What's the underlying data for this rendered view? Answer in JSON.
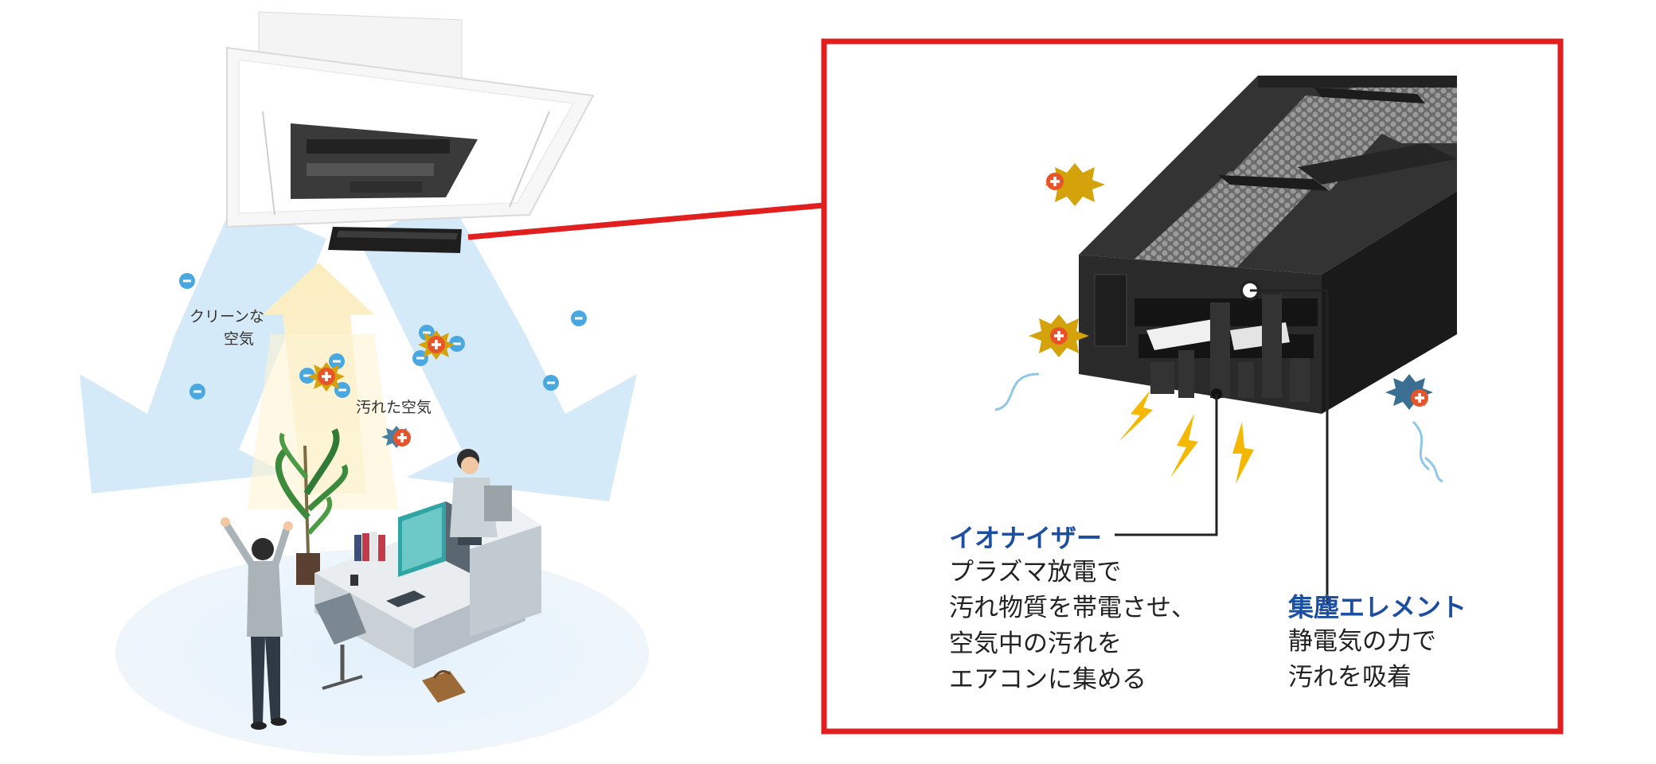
{
  "left_diagram": {
    "clean_air_label": [
      "クリーンな",
      "空気"
    ],
    "dirty_air_label": "汚れた空気"
  },
  "callout": {
    "border_color": "#e11f1f",
    "ionizer": {
      "title": "イオナイザー",
      "lines": [
        "プラズマ放電で",
        "汚れ物質を帯電させ、",
        "空気中の汚れを",
        "エアコンに集める"
      ]
    },
    "collector": {
      "title": "集塵エレメント",
      "lines": [
        "静電気の力で",
        "汚れを吸着"
      ]
    }
  },
  "colors": {
    "title_blue": "#1c4fa0",
    "clean_air": "#d5eaf8",
    "dirty_air": "#fbefc9",
    "plus_orange": "#e8542a",
    "spark_yellow": "#f5b800",
    "negative_blue": "#4aa8e0"
  },
  "icons": [
    "air-conditioner-icon",
    "ionizer-unit-icon",
    "negative-ion-icon",
    "positive-particle-icon",
    "lightning-icon",
    "filter-element-icon",
    "plant-icon",
    "person-icon",
    "desk-icon",
    "bag-icon"
  ]
}
